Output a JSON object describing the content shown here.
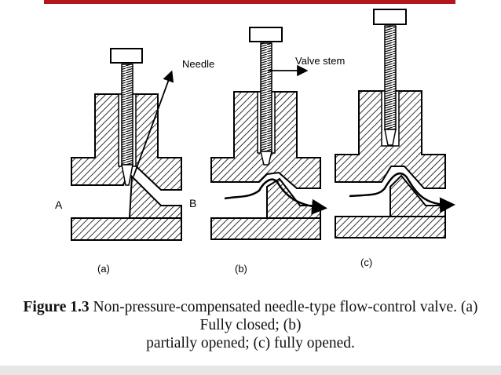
{
  "diagram": {
    "label_needle": "Needle",
    "label_valve_stem": "Valve stem",
    "label_port_a": "A",
    "label_port_b": "B",
    "sub_a": "(a)",
    "sub_b": "(b)",
    "sub_c": "(c)"
  },
  "caption": {
    "figure": "Figure 1.3",
    "line1": " Non-pressure-compensated needle-type flow-control valve. (a) Fully closed; (b)",
    "line2": "partially opened; (c) fully opened."
  },
  "colors": {
    "accent_bar": "#b4171b",
    "ink": "#000000",
    "bottom_strip": "#e6e6e6"
  }
}
